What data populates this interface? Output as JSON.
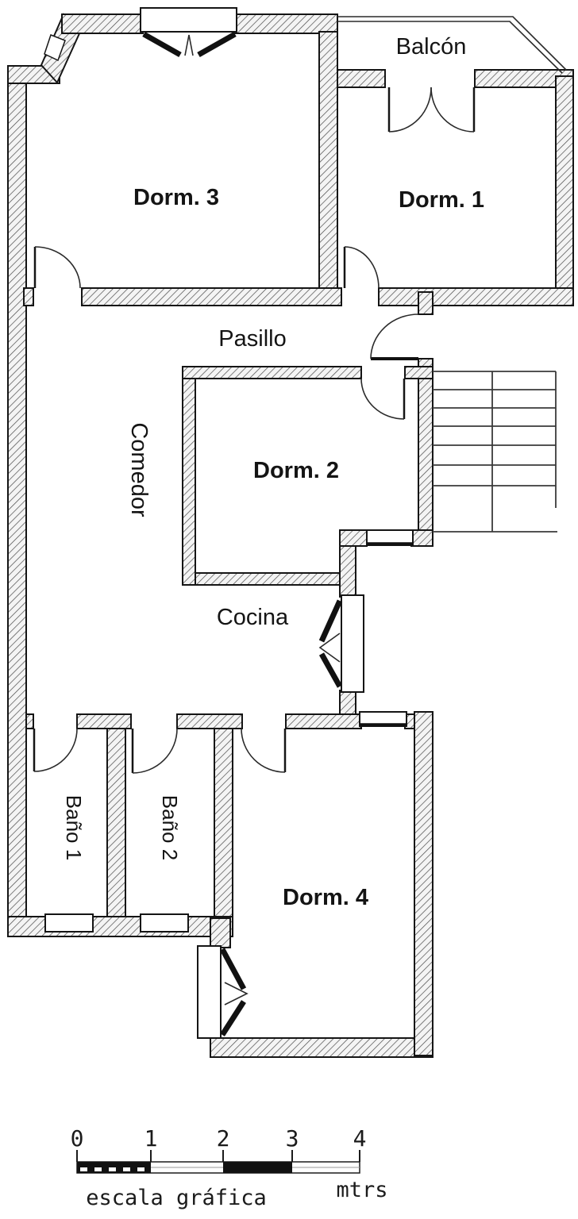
{
  "document": {
    "type": "apartment floor plan",
    "background_color": "#ffffff",
    "ink_color": "#1b1b1b"
  },
  "rooms": {
    "balcon": "Balcón",
    "dorm1": "Dorm. 1",
    "dorm2": "Dorm. 2",
    "dorm3": "Dorm. 3",
    "dorm4": "Dorm. 4",
    "pasillo": "Pasillo",
    "comedor": "Comedor",
    "cocina": "Cocina",
    "bano1": "Baño 1",
    "bano2": "Baño 2"
  },
  "scale_bar": {
    "ticks": [
      "0",
      "1",
      "2",
      "3",
      "4"
    ],
    "caption": "escala gráfica",
    "units_label": "mtrs"
  }
}
